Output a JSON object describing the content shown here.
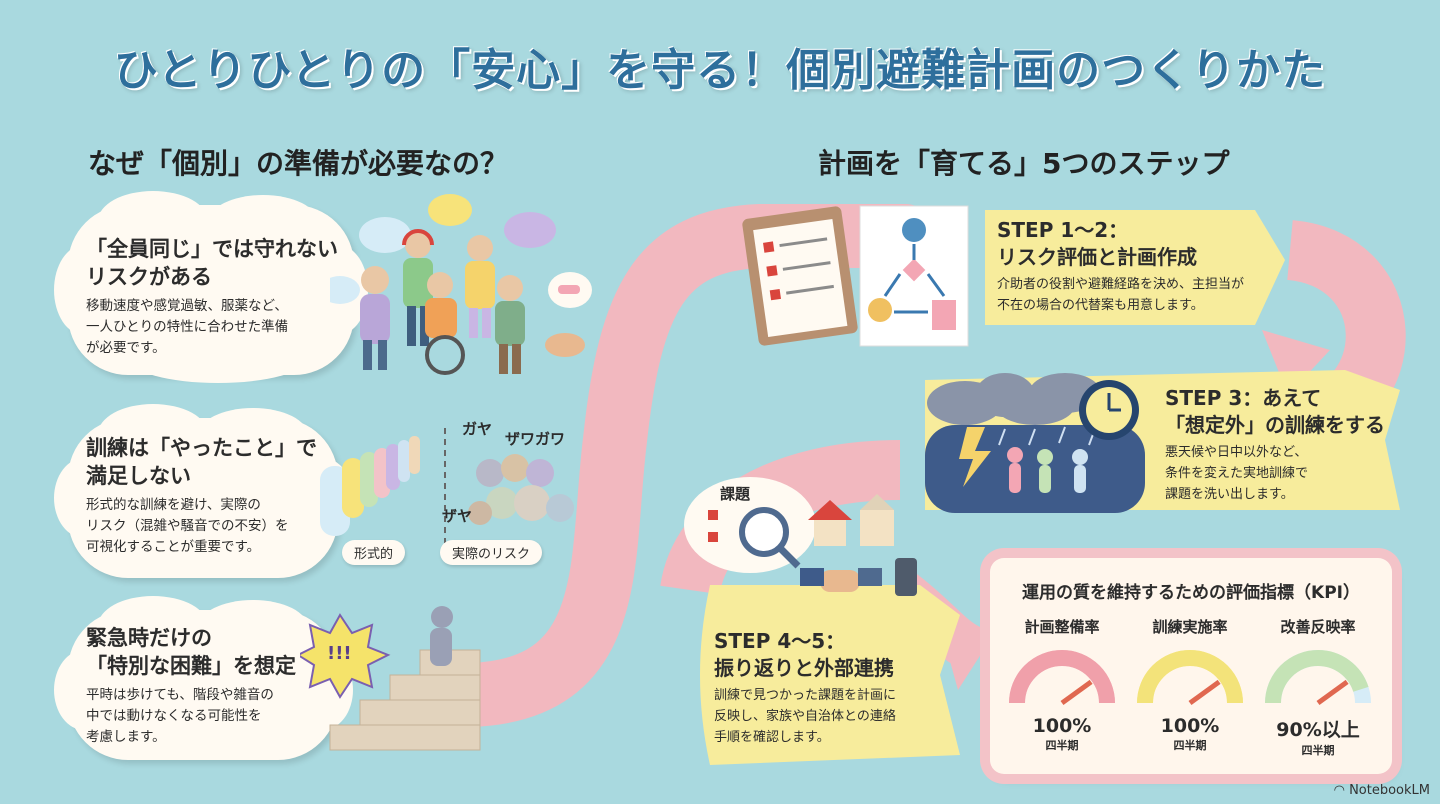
{
  "title": "ひとりひとりの「安心」を守る！個別避難計画のつくりかた",
  "left": {
    "heading": "なぜ「個別」の準備が必要なの？",
    "cards": [
      {
        "head_lines": [
          "「全員同じ」では守れない",
          "リスクがある"
        ],
        "body_lines": [
          "移動速度や感覚過敏、服薬など、",
          "一人ひとりの特性に合わせた準備",
          "が必要です。"
        ]
      },
      {
        "head_lines": [
          "訓練は「やったこと」で",
          "満足しない"
        ],
        "body_lines": [
          "形式的な訓練を避け、実際の",
          "リスク（混雑や騒音での不安）を",
          "可視化することが重要です。"
        ]
      },
      {
        "head_lines": [
          "緊急時だけの",
          "「特別な困難」を想定"
        ],
        "body_lines": [
          "平時は歩けても、階段や雑音の",
          "中では動けなくなる可能性を",
          "考慮します。"
        ]
      }
    ],
    "labels": {
      "formal": "形式的",
      "real_risk": "実際のリスク",
      "gaya": "ガヤ",
      "zawa": "ザワガワ",
      "zaya": "ザヤ",
      "alarm": "!!!"
    }
  },
  "right": {
    "heading": "計画を「育てる」5つのステップ",
    "steps": [
      {
        "title_lines": [
          "STEP 1〜2：",
          "リスク評価と計画作成"
        ],
        "body_lines": [
          "介助者の役割や避難経路を決め、主担当が",
          "不在の場合の代替案も用意します。"
        ]
      },
      {
        "title_lines": [
          "STEP 3：あえて",
          "「想定外」の訓練をする"
        ],
        "body_lines": [
          "悪天候や日中以外など、",
          "条件を変えた実地訓練で",
          "課題を洗い出します。"
        ]
      },
      {
        "title_lines": [
          "STEP 4〜5：",
          "振り返りと外部連携"
        ],
        "body_lines": [
          "訓練で見つかった課題を計画に",
          "反映し、家族や自治体との連絡",
          "手順を確認します。"
        ]
      }
    ],
    "issue_label": "課題",
    "kpi": {
      "title": "運用の質を維持するための評価指標（KPI）",
      "items": [
        {
          "name": "計画整備率",
          "value": "100%",
          "sub": "四半期",
          "level": 1.0
        },
        {
          "name": "訓練実施率",
          "value": "100%",
          "sub": "四半期",
          "level": 1.0
        },
        {
          "name": "改善反映率",
          "value": "90%以上",
          "sub": "四半期",
          "level": 0.9
        }
      ]
    }
  },
  "footer": "NotebookLM",
  "colors": {
    "background": "#a9d9df",
    "title": "#2e6f9c",
    "ribbon": "#f2b8bf",
    "step_bg": "#f7ec9c",
    "card": "#fffaf2"
  }
}
